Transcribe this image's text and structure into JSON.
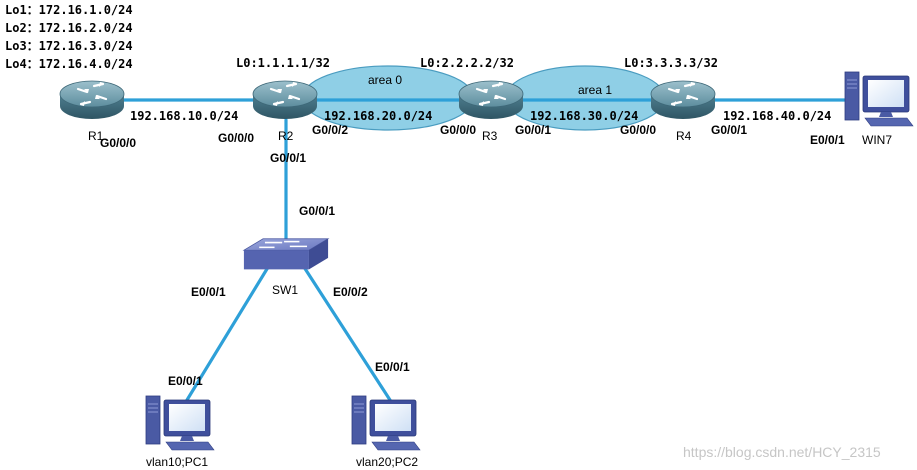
{
  "loopbacks": {
    "lo1": "Lo1：172.16.1.0/24",
    "lo2": "Lo2：172.16.2.0/24",
    "lo3": "Lo3：172.16.3.0/24",
    "lo4": "Lo4：172.16.4.0/24"
  },
  "areas": {
    "area0": "area 0",
    "area1": "area 1"
  },
  "router_ids": {
    "r2": "L0:1.1.1.1/32",
    "r3": "L0:2.2.2.2/32",
    "r4": "L0:3.3.3.3/32"
  },
  "networks": {
    "r1_r2": "192.168.10.0/24",
    "r2_r3": "192.168.20.0/24",
    "r3_r4": "192.168.30.0/24",
    "r4_win7": "192.168.40.0/24"
  },
  "devices": {
    "r1": "R1",
    "r2": "R2",
    "r3": "R3",
    "r4": "R4",
    "sw1": "SW1",
    "win7": "WIN7",
    "pc1": "vlan10;PC1",
    "pc2": "vlan20;PC2"
  },
  "interfaces": {
    "r1_g000": "G0/0/0",
    "r2_g000": "G0/0/0",
    "r2_g002": "G0/0/2",
    "r2_g001": "G0/0/1",
    "r3_g000": "G0/0/0",
    "r3_g001": "G0/0/1",
    "r4_g000": "G0/0/0",
    "r4_g001": "G0/0/1",
    "win7_e001": "E0/0/1",
    "sw1_g001": "G0/0/1",
    "sw1_e001": "E0/0/1",
    "sw1_e002": "E0/0/2",
    "pc1_e001": "E0/0/1",
    "pc2_e001": "E0/0/1"
  },
  "watermark": "https://blog.csdn.net/HCY_2315",
  "colors": {
    "link": "#2ea0d8",
    "area_fill": "#8fcfe6",
    "area_stroke": "#4a9cc0",
    "router_body": "#4a7a8c",
    "switch_body": "#5a6ab0",
    "pc_body": "#4e5fa8"
  },
  "icons": {
    "router": "router-icon",
    "switch": "switch-icon",
    "pc": "pc-icon"
  }
}
